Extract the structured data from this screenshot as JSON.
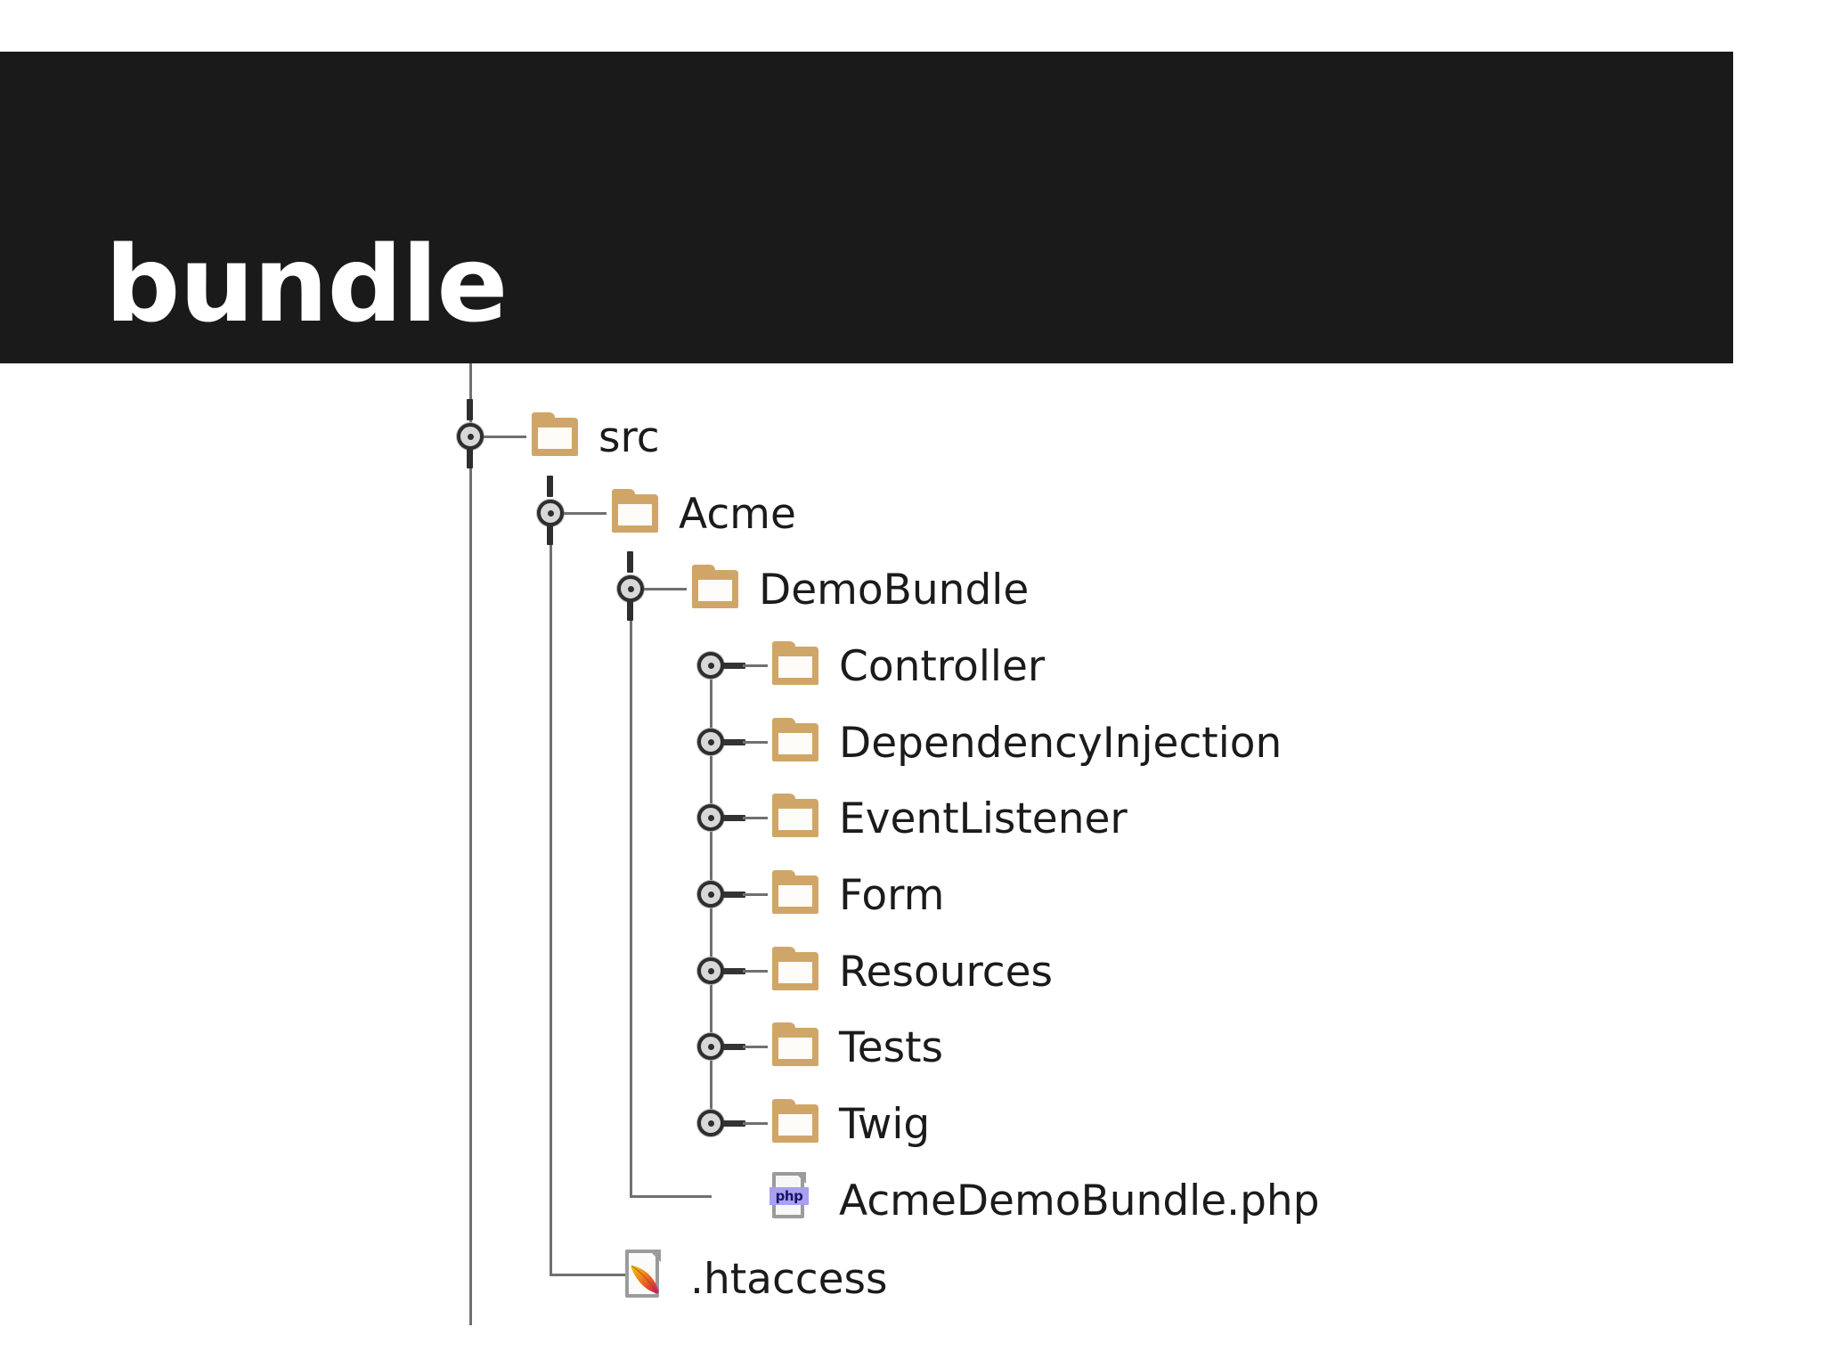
{
  "banner": {
    "title": "bundle",
    "background": "#1a1a1a",
    "text_color": "#ffffff"
  },
  "colors": {
    "folder": "#d0a668",
    "folder_inner": "#fdfcf8",
    "tree_line": "#707070",
    "toggle_ring": "#2e2e2e",
    "toggle_fill": "#d8d8d8",
    "label": "#1b1b1b",
    "php_badge_bg": "#a9a0f0",
    "php_badge_text": "#1b1464",
    "file_outline": "#9b9b9b"
  },
  "tree": {
    "root_label": "src",
    "nodes": [
      {
        "label": "src",
        "icon": "folder-icon",
        "depth": 0,
        "expanded": true,
        "type": "folder"
      },
      {
        "label": "Acme",
        "icon": "folder-icon",
        "depth": 1,
        "expanded": true,
        "type": "folder"
      },
      {
        "label": "DemoBundle",
        "icon": "folder-icon",
        "depth": 2,
        "expanded": true,
        "type": "folder"
      },
      {
        "label": "Controller",
        "icon": "folder-icon",
        "depth": 3,
        "expanded": false,
        "type": "folder"
      },
      {
        "label": "DependencyInjection",
        "icon": "folder-icon",
        "depth": 3,
        "expanded": false,
        "type": "folder"
      },
      {
        "label": "EventListener",
        "icon": "folder-icon",
        "depth": 3,
        "expanded": false,
        "type": "folder"
      },
      {
        "label": "Form",
        "icon": "folder-icon",
        "depth": 3,
        "expanded": false,
        "type": "folder"
      },
      {
        "label": "Resources",
        "icon": "folder-icon",
        "depth": 3,
        "expanded": false,
        "type": "folder"
      },
      {
        "label": "Tests",
        "icon": "folder-icon",
        "depth": 3,
        "expanded": false,
        "type": "folder"
      },
      {
        "label": "Twig",
        "icon": "folder-icon",
        "depth": 3,
        "expanded": false,
        "type": "folder"
      },
      {
        "label": "AcmeDemoBundle.php",
        "icon": "php-file-icon",
        "depth": 3,
        "expanded": null,
        "type": "file",
        "last_child": true
      },
      {
        "label": ".htaccess",
        "icon": "apache-file-icon",
        "depth": 1,
        "expanded": null,
        "type": "file",
        "last_child": true
      }
    ],
    "php_badge_label": "php"
  }
}
